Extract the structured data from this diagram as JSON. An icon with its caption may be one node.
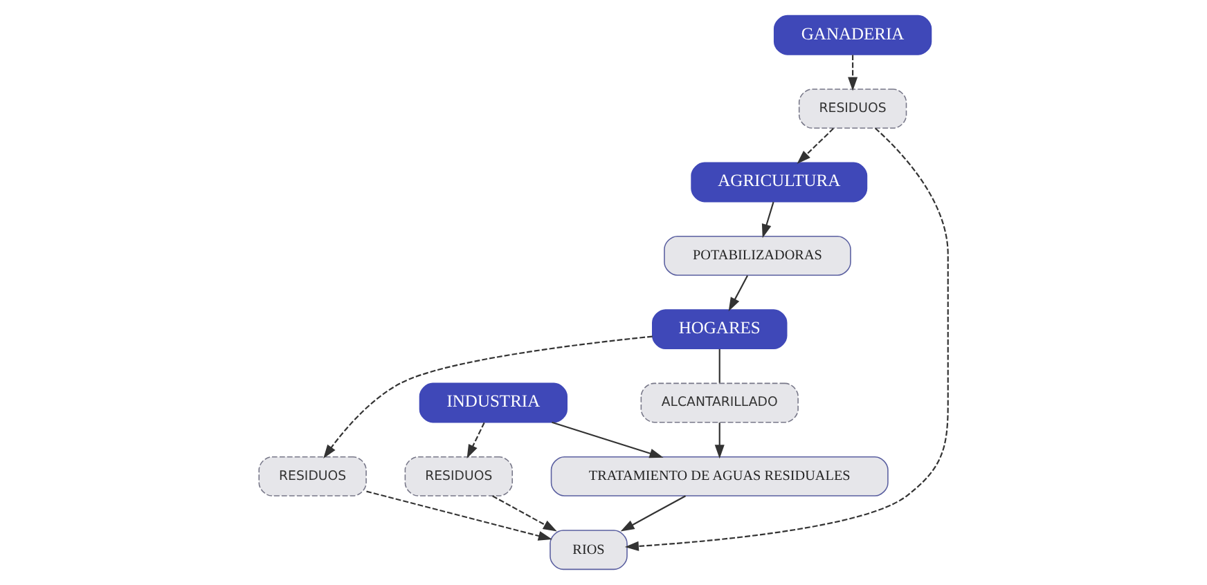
{
  "diagram": {
    "nodes": [
      {
        "text": [
          "INDUSTRIA"
        ]
      },
      {
        "text": [
          "GANADERIA"
        ]
      },
      {
        "text": [
          "RESIDUOS"
        ]
      },
      {
        "text": [
          "TRATAMIENTO DE AGUAS RESIDUALES"
        ]
      },
      {
        "text": [
          "RESIDUOS"
        ]
      },
      {
        "text": [
          "RIOS"
        ]
      },
      {
        "text": [
          "ALCANTARILLADO"
        ]
      },
      {
        "text": [
          "RESIDUOS"
        ]
      },
      {
        "text": [
          "AGRICULTURA"
        ]
      },
      {
        "text": [
          "HOGARES"
        ]
      },
      {
        "text": [
          "POTABILIZADORAS"
        ]
      }
    ],
    "edges": [
      {
        "from": 0,
        "to": 2,
        "arrow": "to",
        "style": "dashed"
      },
      {
        "from": 2,
        "to": 5,
        "arrow": "to",
        "style": "dashed"
      },
      {
        "from": 0,
        "to": 3,
        "arrow": "to"
      },
      {
        "from": 1,
        "to": 4,
        "arrow": "to",
        "style": "dashed"
      },
      {
        "from": 4,
        "to": 5,
        "arrow": "to",
        "style": "dashed"
      },
      {
        "from": 4,
        "to": 8,
        "arrow": "to",
        "style": "dashed"
      },
      {
        "from": 3,
        "to": 5,
        "arrow": "to"
      },
      {
        "from": 9,
        "to": 6,
        "arrow": "none"
      },
      {
        "from": 6,
        "to": 3,
        "arrow": "to"
      },
      {
        "from": 9,
        "to": 7,
        "arrow": "to",
        "style": "dashed"
      },
      {
        "from": 7,
        "to": 5,
        "arrow": "to",
        "style": "dashed"
      },
      {
        "from": 8,
        "to": 10,
        "arrow": "to"
      },
      {
        "from": 10,
        "to": 9,
        "arrow": "to"
      }
    ]
  }
}
